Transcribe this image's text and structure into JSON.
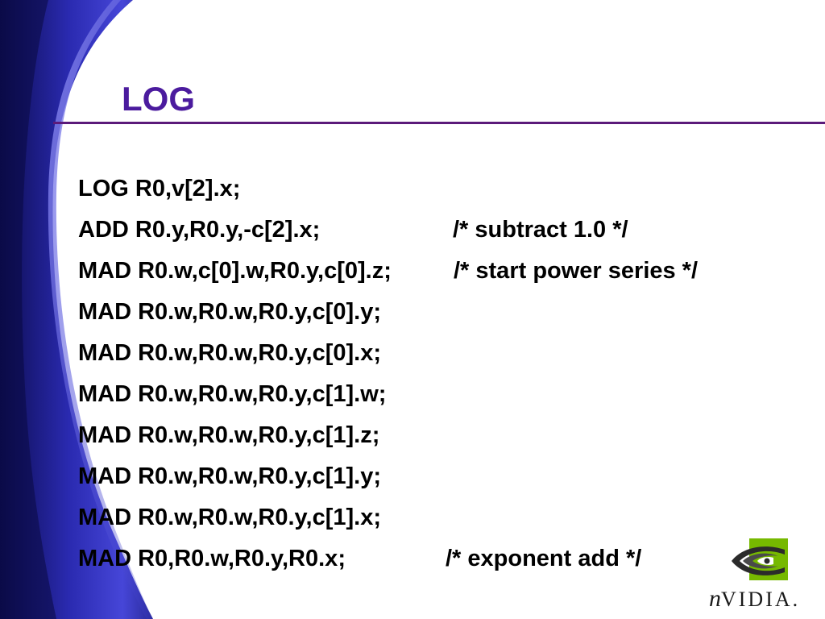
{
  "slide": {
    "title": "LOG",
    "lines": [
      {
        "instr": "LOG R0,v[2].x;",
        "comment": ""
      },
      {
        "instr": "ADD R0.y,R0.y,-c[2].x;",
        "comment": "/* subtract 1.0 */"
      },
      {
        "instr": "MAD R0.w,c[0].w,R0.y,c[0].z;",
        "comment": "/* start power series */"
      },
      {
        "instr": "MAD R0.w,R0.w,R0.y,c[0].y;",
        "comment": ""
      },
      {
        "instr": "MAD R0.w,R0.w,R0.y,c[0].x;",
        "comment": ""
      },
      {
        "instr": "MAD R0.w,R0.w,R0.y,c[1].w;",
        "comment": ""
      },
      {
        "instr": "MAD R0.w,R0.w,R0.y,c[1].z;",
        "comment": ""
      },
      {
        "instr": "MAD R0.w,R0.w,R0.y,c[1].y;",
        "comment": ""
      },
      {
        "instr": "MAD R0.w,R0.w,R0.y,c[1].x;",
        "comment": ""
      },
      {
        "instr": "MAD R0,R0.w,R0.y,R0.x;",
        "comment": "/* exponent add */"
      }
    ]
  },
  "logo": {
    "n_letter": "n",
    "word": "VIDIA.",
    "icon": "nvidia-eye-icon",
    "color": "#76b900"
  },
  "colors": {
    "title": "#4b1b9e",
    "rule": "#5b1a7a",
    "band_dark": "#1a1a6e",
    "band_light": "#5a5ae0"
  }
}
